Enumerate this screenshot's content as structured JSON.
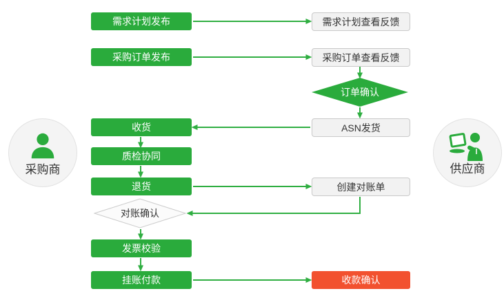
{
  "diagram": {
    "type": "flowchart",
    "colors": {
      "process_green": "#2aab3c",
      "arrow_green": "#2fae41",
      "terminal_red": "#f2512f",
      "feedback_box_bg": "#f2f2f2",
      "feedback_box_border": "#c9c9c9",
      "decision_gray_bg": "#fbfbfb",
      "text_dark": "#333333",
      "text_light": "#ffffff"
    }
  },
  "actors": {
    "buyer": {
      "label": "采购商",
      "icon": "person-icon"
    },
    "supplier": {
      "label": "供应商",
      "icon": "person-laptop-icon"
    }
  },
  "nodes": {
    "demand_plan_publish": "需求计划发布",
    "demand_plan_feedback": "需求计划查看反馈",
    "purchase_order_publish": "采购订单发布",
    "purchase_order_feedback": "采购订单查看反馈",
    "order_confirm": "订单确认",
    "receive_goods": "收货",
    "asn_shipping": "ASN发货",
    "quality_inspection": "质检协同",
    "return_goods": "退货",
    "create_statement": "创建对账单",
    "reconciliation_confirm": "对账确认",
    "invoice_verification": "发票校验",
    "payment_on_account": "挂账付款",
    "receipt_confirm": "收款确认"
  }
}
